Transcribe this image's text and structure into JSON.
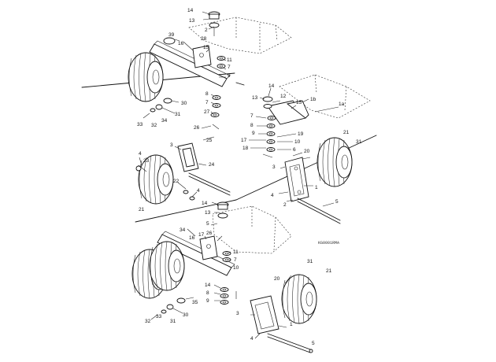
{
  "diagram": {
    "drawing_code": "KG0001RMA",
    "sections": [
      {
        "id": "upper-left",
        "callouts": [
          {
            "id": "a1",
            "text": "14"
          },
          {
            "id": "a2",
            "text": "13"
          },
          {
            "id": "a3",
            "text": "2"
          },
          {
            "id": "a4",
            "text": "28"
          },
          {
            "id": "a5",
            "text": "15"
          },
          {
            "id": "a6",
            "text": "16"
          },
          {
            "id": "a7",
            "text": "39"
          },
          {
            "id": "a8",
            "text": "11"
          },
          {
            "id": "a9",
            "text": "7"
          },
          {
            "id": "a10",
            "text": "8"
          },
          {
            "id": "a11",
            "text": "9"
          },
          {
            "id": "a12",
            "text": "7"
          },
          {
            "id": "a13",
            "text": "27"
          },
          {
            "id": "a14",
            "text": "25"
          },
          {
            "id": "a15",
            "text": "26"
          },
          {
            "id": "a16",
            "text": "30"
          },
          {
            "id": "a17",
            "text": "31"
          },
          {
            "id": "a18",
            "text": "32"
          },
          {
            "id": "a19",
            "text": "33"
          },
          {
            "id": "a20",
            "text": "34"
          },
          {
            "id": "a21",
            "text": "3"
          },
          {
            "id": "a22",
            "text": "4"
          },
          {
            "id": "a23",
            "text": "23"
          },
          {
            "id": "a24",
            "text": "24"
          },
          {
            "id": "a25",
            "text": "22"
          },
          {
            "id": "a26",
            "text": "4"
          },
          {
            "id": "a27",
            "text": "21"
          },
          {
            "id": "a28",
            "text": "5"
          }
        ]
      },
      {
        "id": "right-middle",
        "callouts": [
          {
            "id": "b1",
            "text": "14"
          },
          {
            "id": "b2",
            "text": "13"
          },
          {
            "id": "b3",
            "text": "12"
          },
          {
            "id": "b4",
            "text": "15"
          },
          {
            "id": "b5",
            "text": "1b"
          },
          {
            "id": "b6",
            "text": "1a"
          },
          {
            "id": "b7",
            "text": "7"
          },
          {
            "id": "b8",
            "text": "8"
          },
          {
            "id": "b9",
            "text": "9"
          },
          {
            "id": "b10",
            "text": "17"
          },
          {
            "id": "b11",
            "text": "18"
          },
          {
            "id": "b12",
            "text": "19"
          },
          {
            "id": "b13",
            "text": "10"
          },
          {
            "id": "b14",
            "text": "20"
          },
          {
            "id": "b15",
            "text": "6"
          },
          {
            "id": "b16",
            "text": "21"
          },
          {
            "id": "b17",
            "text": "31"
          },
          {
            "id": "b18",
            "text": "3"
          },
          {
            "id": "b19",
            "text": "4"
          },
          {
            "id": "b20",
            "text": "1"
          },
          {
            "id": "b21",
            "text": "2"
          },
          {
            "id": "b22",
            "text": "5"
          }
        ]
      },
      {
        "id": "lower",
        "callouts": [
          {
            "id": "c1",
            "text": "14"
          },
          {
            "id": "c2",
            "text": "13"
          },
          {
            "id": "c3",
            "text": "26"
          },
          {
            "id": "c4",
            "text": "16"
          },
          {
            "id": "c5",
            "text": "17"
          },
          {
            "id": "c6",
            "text": "34"
          },
          {
            "id": "c7",
            "text": "11"
          },
          {
            "id": "c8",
            "text": "7"
          },
          {
            "id": "c9",
            "text": "10"
          },
          {
            "id": "c10",
            "text": "14"
          },
          {
            "id": "c11",
            "text": "8"
          },
          {
            "id": "c12",
            "text": "9"
          },
          {
            "id": "c13",
            "text": "35"
          },
          {
            "id": "c14",
            "text": "31"
          },
          {
            "id": "c15",
            "text": "32"
          },
          {
            "id": "c16",
            "text": "33"
          },
          {
            "id": "c17",
            "text": "30"
          },
          {
            "id": "c18",
            "text": "20"
          },
          {
            "id": "c19",
            "text": "21"
          },
          {
            "id": "c20",
            "text": "31"
          },
          {
            "id": "c21",
            "text": "3"
          },
          {
            "id": "c22",
            "text": "4"
          },
          {
            "id": "c23",
            "text": "1"
          },
          {
            "id": "c24",
            "text": "5"
          }
        ]
      }
    ]
  }
}
